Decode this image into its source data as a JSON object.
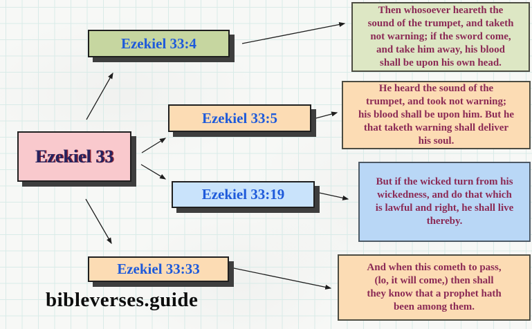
{
  "watermark": {
    "label": "bibleverses.guide"
  },
  "diagram": {
    "root": {
      "label": "Ezekiel 33"
    },
    "branches": [
      {
        "label": "Ezekiel 33:4",
        "verse_text": "Then whosoever heareth the\nsound of the trumpet, and taketh\nnot warning; if the sword come,\nand take him away, his blood\nshall be upon his own head."
      },
      {
        "label": "Ezekiel 33:5",
        "verse_text": "He heard the sound of the\ntrumpet, and took not warning;\nhis blood shall be upon him. But he\nthat taketh warning shall deliver\nhis soul."
      },
      {
        "label": "Ezekiel 33:19",
        "verse_text": "But if the wicked turn from his\nwickedness, and do that which\nis lawful and right, he shall live\nthereby."
      },
      {
        "label": "Ezekiel 33:33",
        "verse_text": "And when this cometh to pass,\n(lo, it will come,) then shall\nthey know that a prophet hath\nbeen among them."
      }
    ]
  },
  "colors": {
    "root_fill": "#f9c9cd",
    "green_label_fill": "#c6d6a0",
    "green_box_fill": "#dde7c4",
    "peach_fill": "#fcdcb4",
    "blue_label_fill": "#c9e3fb",
    "blue_box_fill": "#b9d7f6",
    "label_text": "#1e5ada",
    "verse_text": "#8b2a55",
    "root_text": "#25235f",
    "shadow": "#3e3e3e",
    "grid_line": "#d9ebe8"
  }
}
